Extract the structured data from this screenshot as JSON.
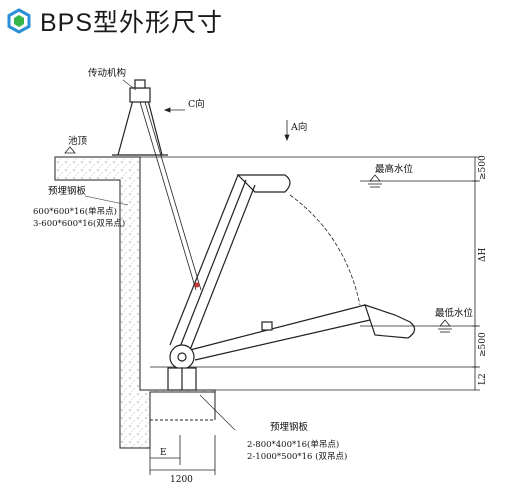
{
  "title": "BPS型外形尺寸",
  "labels": {
    "drive": "传动机构",
    "c_dir": "C向",
    "a_dir": "A向",
    "pool_top": "池顶",
    "embed_plate_top": "预埋钢板",
    "embed_top_line1": "600*600*16(单吊点)",
    "embed_top_line2": "3-600*600*16(双吊点)",
    "max_water": "最高水位",
    "min_water": "最低水位",
    "embed_plate_bottom": "预埋钢板",
    "embed_bot_line1": "2-800*400*16(单吊点)",
    "embed_bot_line2": "2-1000*500*16 (双吊点)"
  },
  "dimensions": {
    "top_gap": "≥500",
    "delta_h": "ΔH",
    "bottom_gap": "≥500",
    "l2": "L2",
    "e": "E",
    "width": "1200"
  },
  "colors": {
    "icon_blue": "#2a8fd8",
    "icon_green": "#35b54a",
    "line": "#222222"
  }
}
